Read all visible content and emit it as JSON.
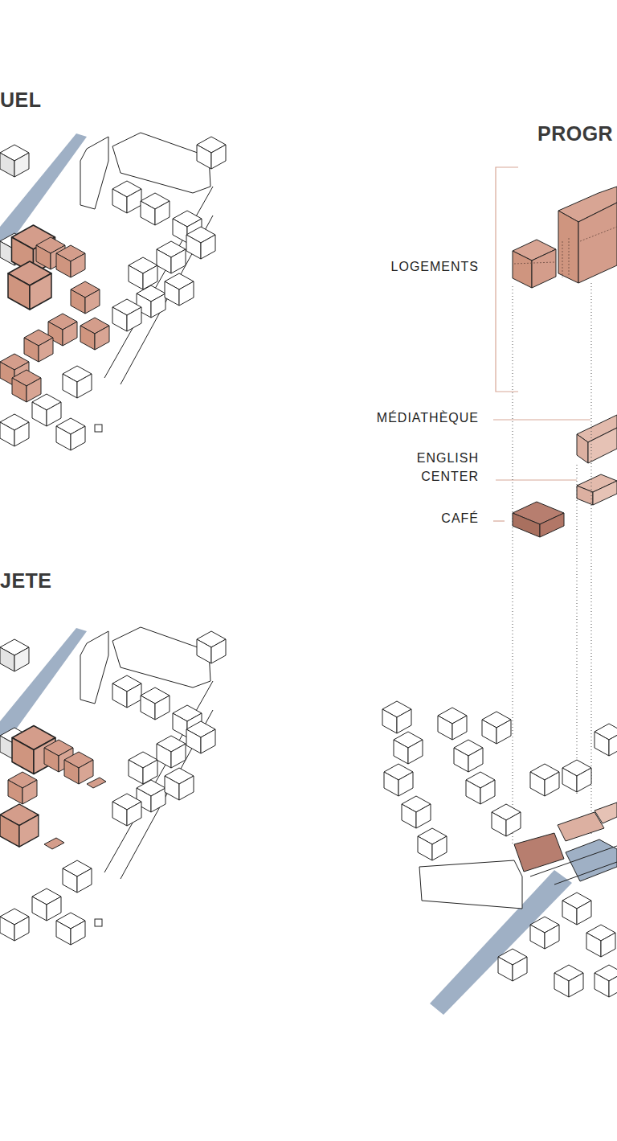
{
  "diagram": {
    "labels": [
      "UEL",
      "PROGR",
      "LOGEMENTS",
      "MÉDIATHÈQUE",
      "ENGLISH CENTER",
      "CAFÉ",
      "JETE"
    ]
  }
}
